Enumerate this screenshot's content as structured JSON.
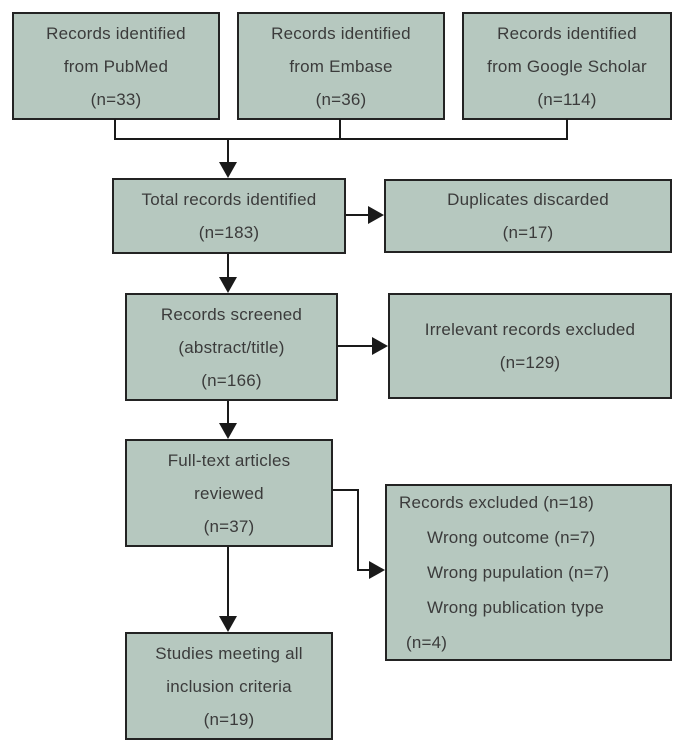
{
  "colors": {
    "box_fill": "#b6c8bf",
    "box_border": "#232323",
    "text": "#3b3b3b",
    "connector": "#1a1a1a",
    "background": "#ffffff"
  },
  "flow": {
    "boxes": {
      "pubmed": {
        "lines": [
          "Records identified",
          "from PubMed",
          "(n=33)"
        ]
      },
      "embase": {
        "lines": [
          "Records identified",
          "from Embase",
          "(n=36)"
        ]
      },
      "scholar": {
        "lines": [
          "Records identified",
          "from Google Scholar",
          "(n=114)"
        ]
      },
      "total": {
        "lines": [
          "Total records identified",
          "(n=183)"
        ]
      },
      "duplicates": {
        "lines": [
          "Duplicates discarded",
          "(n=17)"
        ]
      },
      "screened": {
        "lines": [
          "Records screened",
          "(abstract/title)",
          "(n=166)"
        ]
      },
      "irrelevant": {
        "lines": [
          "Irrelevant records excluded",
          "(n=129)"
        ]
      },
      "fulltext": {
        "lines": [
          "Full-text articles",
          "reviewed",
          "(n=37)"
        ]
      },
      "excluded": {
        "lines": [
          "Records excluded (n=18)",
          "Wrong outcome (n=7)",
          "Wrong pupulation (n=7)",
          "Wrong publication type",
          "(n=4)"
        ]
      },
      "included": {
        "lines": [
          "Studies meeting all",
          "inclusion criteria",
          "(n=19)"
        ]
      }
    }
  }
}
